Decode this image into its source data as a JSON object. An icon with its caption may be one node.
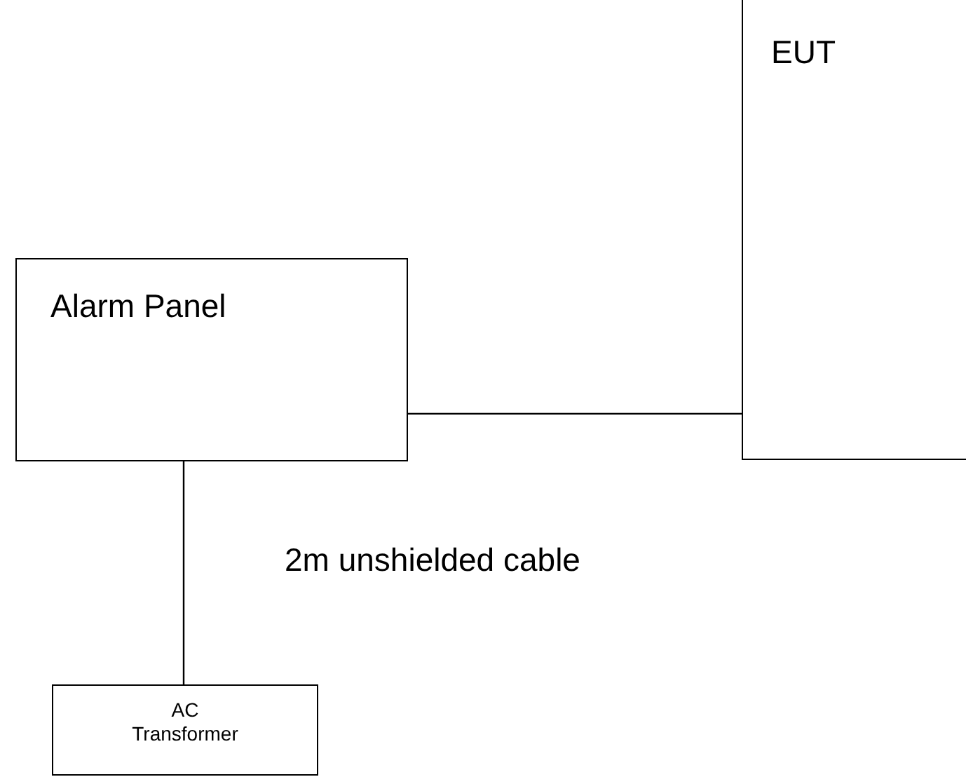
{
  "diagram": {
    "nodes": [
      {
        "text": [
          "EUT"
        ]
      },
      {
        "text": [
          "Alarm Panel"
        ]
      },
      {
        "text": [
          "AC Transformer"
        ]
      }
    ],
    "edges": [
      {
        "from": 1,
        "to": 0,
        "arrow": "none"
      },
      {
        "from": 1,
        "to": 2,
        "arrow": "none"
      }
    ],
    "labels": [
      "2m unshielded cable"
    ]
  }
}
